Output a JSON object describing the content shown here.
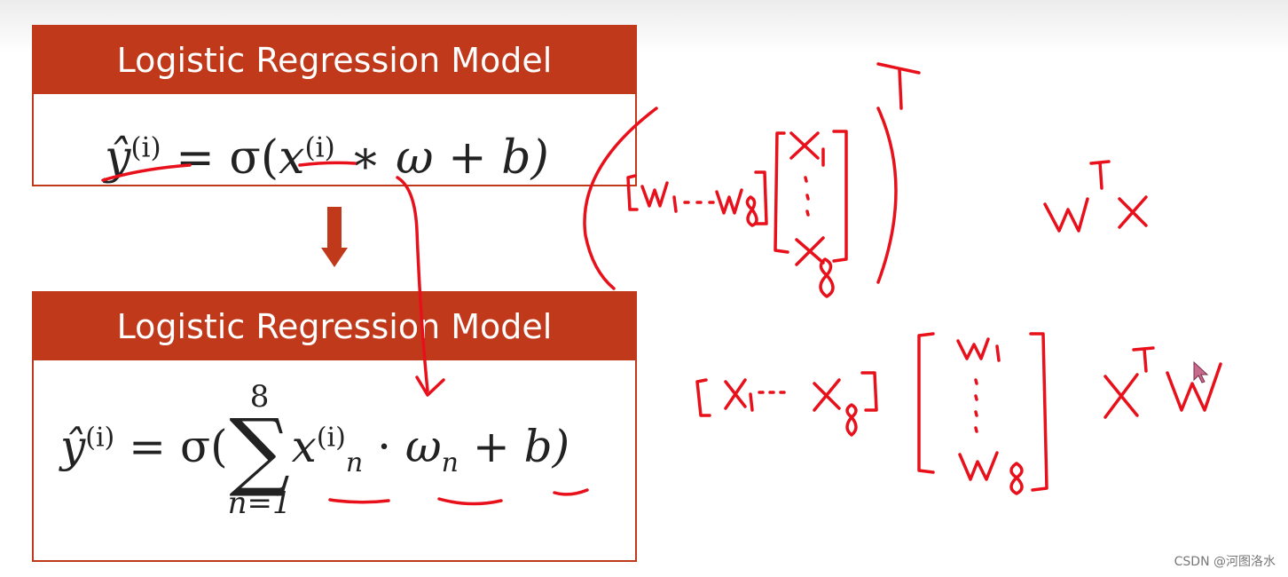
{
  "slide": {
    "top_box": {
      "title": "Logistic Regression Model",
      "formula": {
        "lhs": "ŷ",
        "lhs_sup": "(i)",
        "eq": " = σ(",
        "x": "x",
        "x_sup": "(i)",
        "rest": " ∗ ω + b)"
      }
    },
    "bottom_box": {
      "title": "Logistic Regression Model",
      "formula": {
        "lhs": "ŷ",
        "lhs_sup": "(i)",
        "eq": " = σ(",
        "sum_upper": "8",
        "sum_symbol": "∑",
        "sum_lower": "n=1",
        "x": "x",
        "x_sup": "(i)",
        "x_sub": "n",
        "dot": " · ",
        "w": "ω",
        "w_sub": "n",
        "rest": " + b)"
      }
    },
    "accent_color": "#c0391b"
  },
  "annotations": {
    "ink_color": "#e8101a"
  },
  "watermark": "CSDN @河图洛水"
}
